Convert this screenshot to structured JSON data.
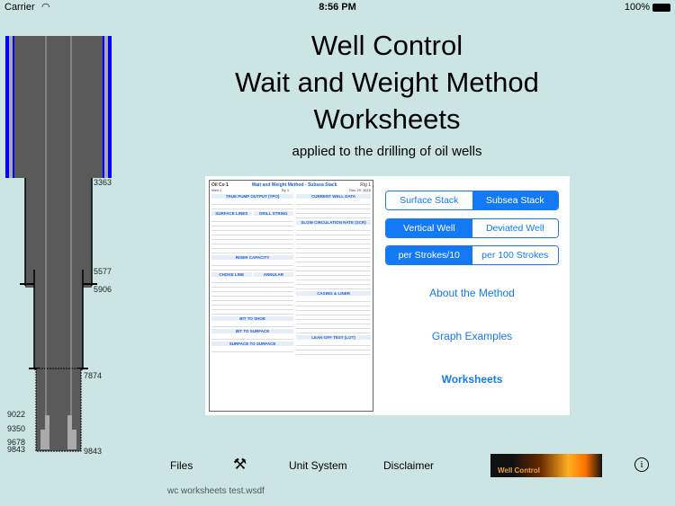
{
  "status_bar": {
    "carrier": "Carrier",
    "time": "8:56 PM",
    "battery": "100%"
  },
  "title_lines": [
    "Well Control",
    "Wait and Weight Method",
    "Worksheets"
  ],
  "subtitle": "applied to the drilling of oil wells",
  "worksheet_preview": {
    "company": "Oil Co 1",
    "heading": "Wait and Weight Method - Subsea Stack",
    "rig": "Rig 1",
    "well": "Well 1",
    "completed_by": "By 1",
    "date": "Dec 29, 2015",
    "sections": [
      "TRUE PUMP OUTPUT (TPO)",
      "CURRENT WELL DATA",
      "SURFACE LINES",
      "DRILL STRING",
      "SLOW CIRCULATION RATE (SCR)",
      "RISER CAPACITY",
      "CHOKE LINE",
      "ANNULAR",
      "CASING & LINER",
      "BIT TO SHOE",
      "BIT TO SURFACE",
      "SURFACE TO SURFACE",
      "LEAK-OFF TEST (LOT)"
    ]
  },
  "options": [
    {
      "items": [
        "Surface Stack",
        "Subsea Stack"
      ],
      "selected": 1
    },
    {
      "items": [
        "Vertical Well",
        "Deviated Well"
      ],
      "selected": 0
    },
    {
      "items": [
        "per Strokes/10",
        "per 100 Strokes"
      ],
      "selected": 0
    }
  ],
  "links": {
    "about": "About the Method",
    "graphs": "Graph Examples",
    "worksheets": "Worksheets"
  },
  "toolbar": {
    "files": "Files",
    "tools_icon": "wrench-screwdriver-icon",
    "unit_system": "Unit System",
    "disclaimer": "Disclaimer",
    "logo": "Well Control",
    "info_icon": "info-icon"
  },
  "filename": "wc worksheets test.wsdf",
  "well_depths": {
    "d1": "3363",
    "d2": "5577",
    "d3": "5906",
    "d4": "7874",
    "d5": "9022",
    "d6": "9350",
    "d7": "9678",
    "d8": "9843",
    "d9": "9843"
  },
  "colors": {
    "accent": "#1479f5",
    "background": "#cbe5e5",
    "riser": "#0000ff"
  }
}
